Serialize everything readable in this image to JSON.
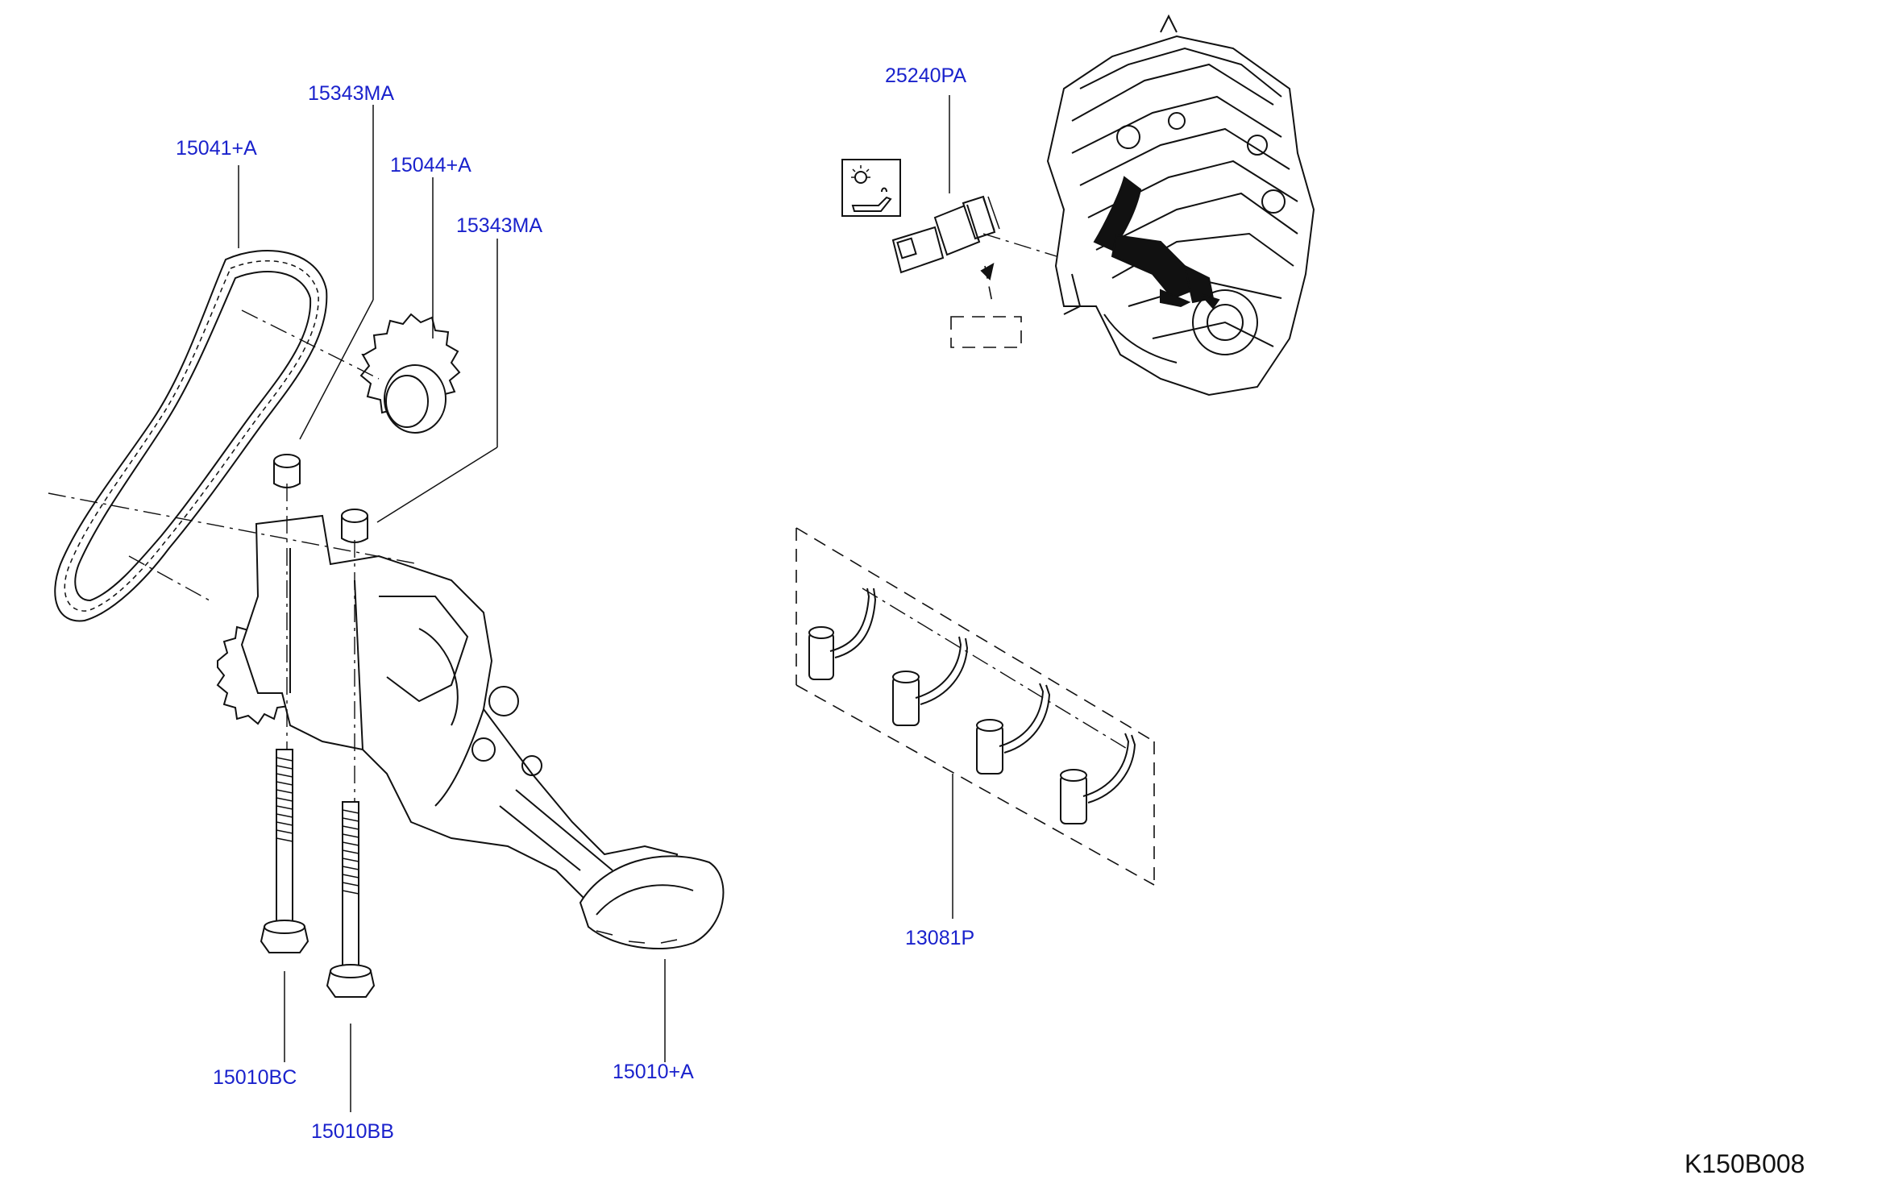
{
  "diagram": {
    "code": "K150B008",
    "callouts": [
      {
        "id": "chain",
        "label": "15041+A"
      },
      {
        "id": "dowel-upper",
        "label": "15343MA"
      },
      {
        "id": "sprocket",
        "label": "15044+A"
      },
      {
        "id": "dowel-lower",
        "label": "15343MA"
      },
      {
        "id": "bolt-long",
        "label": "15010BC"
      },
      {
        "id": "bolt-short",
        "label": "15010BB"
      },
      {
        "id": "oil-pump",
        "label": "15010+A"
      },
      {
        "id": "pressure-switch",
        "label": "25240PA"
      },
      {
        "id": "piston-oil-jets",
        "label": "13081P"
      }
    ]
  }
}
